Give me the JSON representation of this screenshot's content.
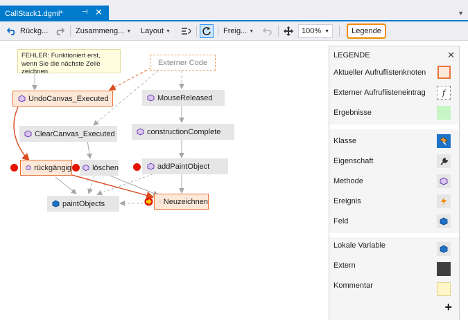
{
  "tab": {
    "title": "CallStack1.dgml*",
    "pin": "⊣",
    "close": "✕"
  },
  "toolbar": {
    "undo_label": "Rückg...",
    "combine_label": "Zusammeng...",
    "layout_label": "Layout",
    "share_label": "Freig...",
    "zoom_value": "100%",
    "legend_label": "Legende"
  },
  "graph": {
    "comment": "FEHLER: Funktioniert erst, wenn Sie die nächste Zeile zeichnen",
    "external_code": "Externer Code",
    "nodes": {
      "undo_canvas": "UndoCanvas_Executed",
      "mouse_released": "MouseReleased",
      "clear_canvas": "ClearCanvas_Executed",
      "construction_complete": "constructionComplete",
      "rueckgaengig": "rückgängig",
      "loeschen": "löschen",
      "add_paint_object": "addPaintObject",
      "paint_objects": "paintObjects",
      "neuzeichnen": "Neuzeichnen"
    }
  },
  "legend": {
    "title": "LEGENDE",
    "close": "✕",
    "section1": [
      {
        "label": "Aktueller Aufruflistenknoten",
        "icon": "current-node-swatch"
      },
      {
        "label": "Externer Aufruflisteneintrag",
        "icon": "external-entry-swatch"
      },
      {
        "label": "Ergebnisse",
        "icon": "results-swatch"
      }
    ],
    "section2": [
      {
        "label": "Klasse",
        "icon": "class-icon"
      },
      {
        "label": "Eigenschaft",
        "icon": "wrench-icon"
      },
      {
        "label": "Methode",
        "icon": "method-icon"
      },
      {
        "label": "Ereignis",
        "icon": "event-icon"
      },
      {
        "label": "Feld",
        "icon": "field-icon"
      }
    ],
    "section3": [
      {
        "label": "Lokale Variable",
        "icon": "local-variable-icon"
      },
      {
        "label": "Extern",
        "icon": "extern-swatch"
      },
      {
        "label": "Kommentar",
        "icon": "comment-swatch"
      }
    ],
    "add": "+"
  },
  "colors": {
    "accent": "#007acc",
    "current_node": "#fde8d8",
    "current_border": "#e8743b",
    "breakpoint": "#e51400",
    "legend_button_border": "#f08c00"
  }
}
